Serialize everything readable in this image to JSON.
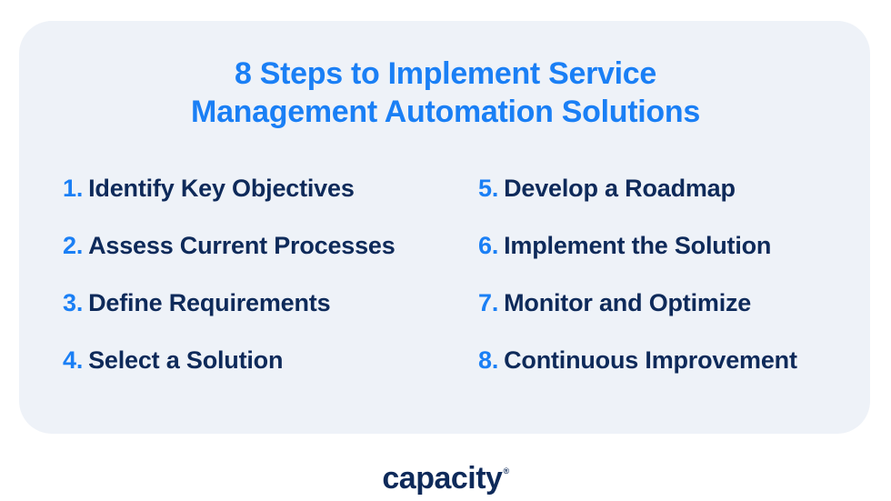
{
  "title": {
    "line1": "8 Steps to Implement Service",
    "line2": "Management Automation Solutions"
  },
  "steps": [
    {
      "num": "1.",
      "label": "Identify Key Objectives"
    },
    {
      "num": "2.",
      "label": "Assess Current Processes"
    },
    {
      "num": "3.",
      "label": "Define Requirements"
    },
    {
      "num": "4.",
      "label": "Select a Solution"
    },
    {
      "num": "5.",
      "label": "Develop a Roadmap"
    },
    {
      "num": "6.",
      "label": "Implement the Solution"
    },
    {
      "num": "7.",
      "label": "Monitor and Optimize"
    },
    {
      "num": "8.",
      "label": "Continuous Improvement"
    }
  ],
  "logo": {
    "text": "capacity",
    "mark": "®"
  },
  "colors": {
    "accent": "#1a7ff5",
    "text": "#0e2a5a",
    "card": "#eef2f8"
  }
}
